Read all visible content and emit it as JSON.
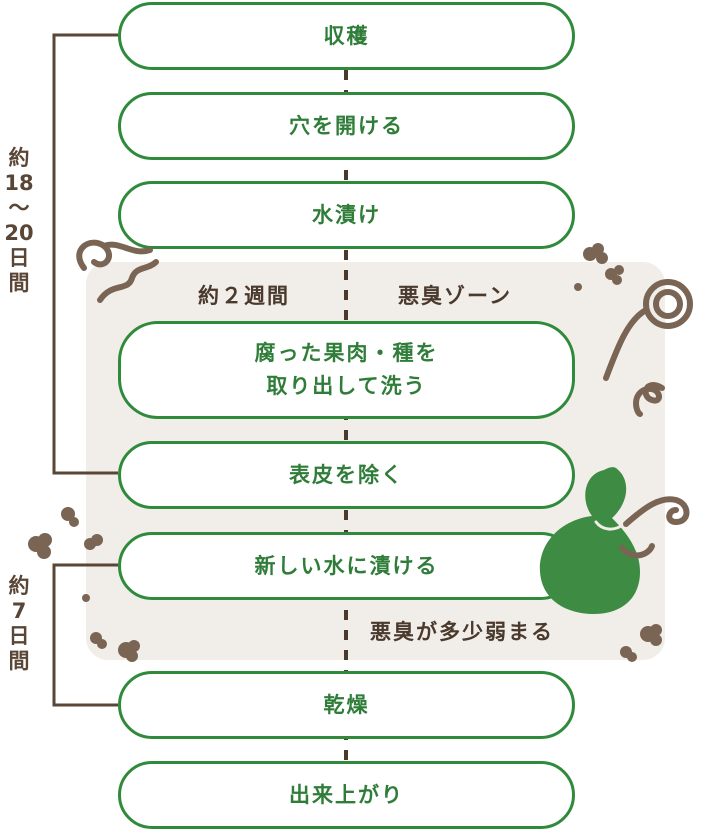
{
  "colors": {
    "step_border": "#2f8a3b",
    "step_text": "#2f7d39",
    "zone_background": "#f1ede8",
    "bracket_line": "#5a4636",
    "smell_swirl": "#7a6454",
    "gourd": "#3e8c43"
  },
  "steps": [
    {
      "label": "収穫"
    },
    {
      "label": "穴を開ける"
    },
    {
      "label": "水漬け"
    },
    {
      "label": "腐った果肉・種を",
      "label2": "取り出して洗う"
    },
    {
      "label": "表皮を除く"
    },
    {
      "label": "新しい水に漬ける"
    },
    {
      "label": "乾燥"
    },
    {
      "label": "出来上がり"
    }
  ],
  "brackets": {
    "first": {
      "chars": [
        "約",
        "18",
        "〜",
        "20",
        "日",
        "間"
      ]
    },
    "second": {
      "chars": [
        "約",
        "7",
        "日",
        "間"
      ]
    }
  },
  "zone": {
    "duration_label": "約２週間",
    "title": "悪臭ゾーン",
    "footer_note": "悪臭が多少弱まる"
  },
  "icons": [
    "smell-swirl-icon",
    "dust-cloud-icon",
    "gourd-icon"
  ]
}
